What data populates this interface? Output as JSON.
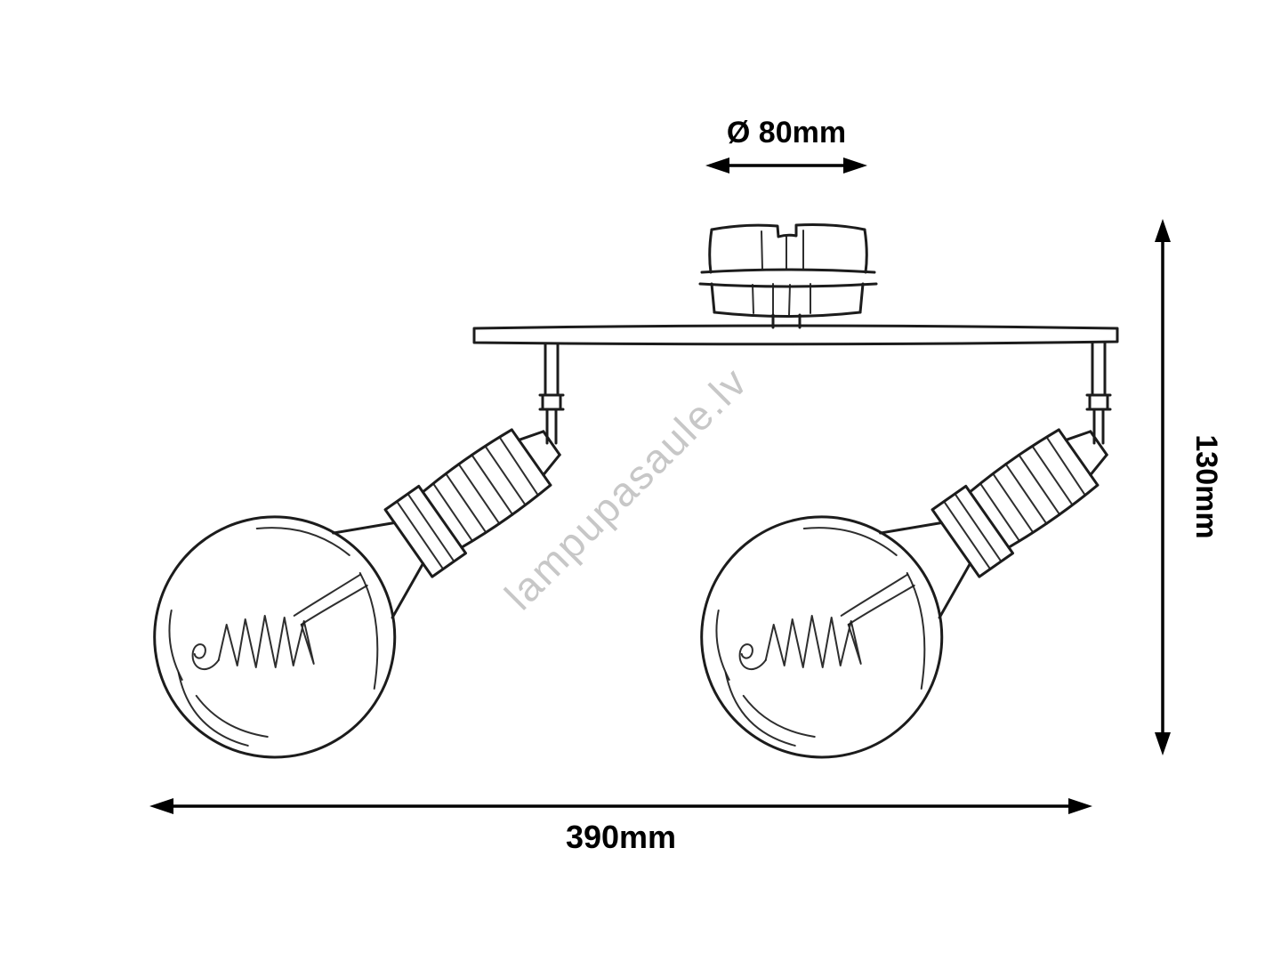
{
  "diagram": {
    "labels": {
      "diameter": "Ø 80mm",
      "height": "130mm",
      "width": "390mm"
    }
  },
  "watermark": {
    "text": "lampupasaule.lv",
    "color": "#9a9a9a"
  },
  "colors": {
    "line": "#1c1c1c",
    "dimension": "#000000",
    "background": "#ffffff"
  }
}
